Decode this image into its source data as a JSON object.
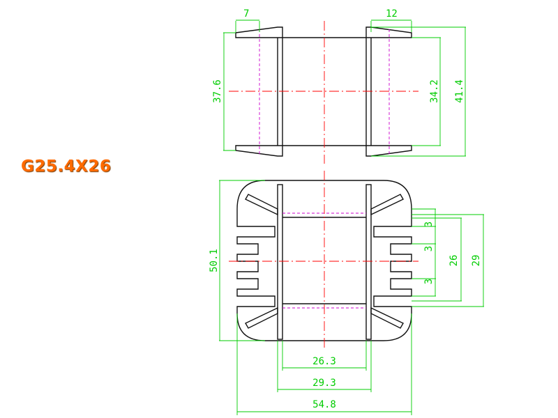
{
  "title": "G25.4X26",
  "colors": {
    "title": "#ff6a00",
    "dimension": "#00cc00",
    "centerline": "#ff0000",
    "hidden": "#cc00cc",
    "outline": "#111111"
  },
  "top_view": {
    "dims": {
      "left_flange_width": "7",
      "right_flange_width": "12",
      "overall_height": "37.6",
      "inner_height": "34.2",
      "total_height": "41.4"
    }
  },
  "bottom_view": {
    "dims": {
      "height": "50.1",
      "slot_pitch_1": "3",
      "slot_pitch_2": "3",
      "slot_pitch_3": "3",
      "pin_span_26": "26",
      "pin_span_29": "29",
      "inner_width": "26.3",
      "outer_width": "29.3",
      "overall_width": "54.8"
    }
  }
}
